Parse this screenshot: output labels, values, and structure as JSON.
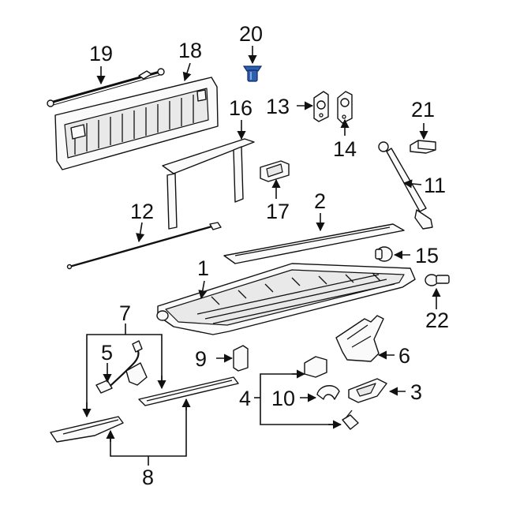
{
  "diagram": {
    "labels": {
      "l1": "1",
      "l2": "2",
      "l3": "3",
      "l4": "4",
      "l5": "5",
      "l6": "6",
      "l7": "7",
      "l8": "8",
      "l9": "9",
      "l10": "10",
      "l11": "11",
      "l12": "12",
      "l13": "13",
      "l14": "14",
      "l15": "15",
      "l16": "16",
      "l17": "17",
      "l18": "18",
      "l19": "19",
      "l20": "20",
      "l21": "21",
      "l22": "22"
    },
    "colors": {
      "line": "#111111",
      "highlight_part": "#2f5fb3",
      "background": "#ffffff"
    }
  }
}
